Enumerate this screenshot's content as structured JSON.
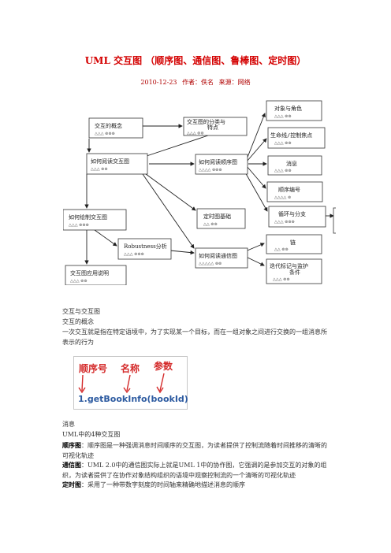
{
  "page": {
    "title": "UML 交互图 （顺序图、通信图、鲁棒图、定时图）",
    "date": "2010-12-23",
    "author": "作者：佚名",
    "source": "来源：网络"
  },
  "diagram": {
    "nodes": [
      {
        "id": "n1",
        "label": "交互的概念",
        "rating": "△△△ ⊚⊚⊚"
      },
      {
        "id": "n2",
        "label": "交互图的分类与",
        "label2": "特点",
        "rating": "△△△ ⊚⊚"
      },
      {
        "id": "n3",
        "label": "如何阅读交互图",
        "rating": "△△△ ⊚⊚"
      },
      {
        "id": "n4",
        "label": "如何阅读顺序图",
        "rating": "△△△△ ⊚⊚⊚"
      },
      {
        "id": "n5",
        "label": "对象与角色",
        "rating": "△△△ ⊚⊚"
      },
      {
        "id": "n6",
        "label": "生命线/控制焦点",
        "rating": "△△△ ⊚⊚"
      },
      {
        "id": "n7",
        "label": "消息",
        "rating": "△△△ ⊚⊚"
      },
      {
        "id": "n8",
        "label": "顺序编号",
        "rating": "△△△△ ⊚"
      },
      {
        "id": "n9",
        "label": "如何绘制交互图",
        "rating": "△△△ ⊚⊚⊚"
      },
      {
        "id": "n10",
        "label": "定时图基础",
        "rating": "△△ ⊚⊚"
      },
      {
        "id": "n11",
        "label": "循环与分支",
        "rating": "△△△ ⊚⊚⊚"
      },
      {
        "id": "n12",
        "label": "Robustness分析",
        "rating": "△△△ ⊚⊚⊚"
      },
      {
        "id": "n13",
        "label": "链",
        "rating": "△△ ⊚⊚"
      },
      {
        "id": "n14",
        "label": "如何阅读通信图",
        "rating": "△△△△△ ⊚⊚"
      },
      {
        "id": "n15",
        "label": "交互图应用说明",
        "rating": "△△△ ⊚⊚"
      },
      {
        "id": "n16",
        "label": "迭代标记与监护",
        "label2": "条件",
        "rating": "△△△ ⊚⊚"
      }
    ]
  },
  "content": {
    "line1": "交互与交互图",
    "line2": "交互的概念",
    "para1": "一次交互就是指在特定语境中，为了实现某一个目标，而在一组对象之间进行交换的一组消息所表示的行为",
    "figure_labels": {
      "l1": "顺序号",
      "l2": "名称",
      "l3": "参数",
      "code": "1.getBookInfo(bookId)"
    },
    "line3": "消息",
    "line4": "UML中的4种交互图",
    "seq_label": "顺序图",
    "seq_text": "：顺序图是一种强调消息时间顺序的交互图，为读者提供了控制流随着时间推移的清晰的可视化轨迹",
    "comm_label": "通信图",
    "comm_text": "：UML 2.0中的通信图实际上就是UML 1中的协作图，它强调的是参加交互的对象的组织，为读者提供了在协作对象结构组织的语境中观察控制流的一个清晰的可视化轨迹",
    "timing_label": "定时图",
    "timing_text": "：采用了一种带数字刻度的时间轴来精确地描述消息的顺序"
  },
  "colors": {
    "title": "#d40000",
    "meta": "#b00000",
    "figure_red": "#d42a2a",
    "figure_blue": "#2c5aa0"
  }
}
